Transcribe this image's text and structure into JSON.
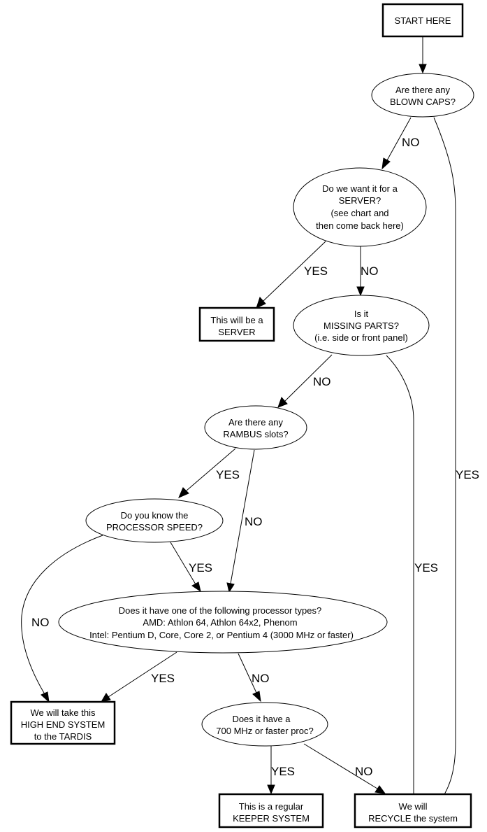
{
  "diagram": {
    "type": "flowchart",
    "nodes": {
      "start": {
        "shape": "box",
        "lines": [
          "START HERE"
        ]
      },
      "blown_caps": {
        "shape": "ellipse",
        "lines": [
          "Are there any",
          "BLOWN CAPS?"
        ]
      },
      "server_q": {
        "shape": "ellipse",
        "lines": [
          "Do we want it for a",
          "SERVER?",
          "(see chart and",
          "then come back here)"
        ]
      },
      "server_result": {
        "shape": "box",
        "lines": [
          "This will be a",
          "SERVER"
        ]
      },
      "missing_parts": {
        "shape": "ellipse",
        "lines": [
          "Is it",
          "MISSING PARTS?",
          "(i.e. side or front panel)"
        ]
      },
      "rambus": {
        "shape": "ellipse",
        "lines": [
          "Are there any",
          "RAMBUS slots?"
        ]
      },
      "proc_speed": {
        "shape": "ellipse",
        "lines": [
          "Do you know the",
          "PROCESSOR SPEED?"
        ]
      },
      "proc_types": {
        "shape": "ellipse",
        "lines": [
          "Does it have one of the following processor types?",
          "AMD: Athlon 64, Athlon 64x2, Phenom",
          "Intel: Pentium D, Core, Core 2, or Pentium 4 (3000 MHz or faster)"
        ]
      },
      "high_end": {
        "shape": "box",
        "lines": [
          "We will take this",
          "HIGH END SYSTEM",
          "to the TARDIS"
        ]
      },
      "mhz700": {
        "shape": "ellipse",
        "lines": [
          "Does it have a",
          "700 MHz or faster proc?"
        ]
      },
      "keeper": {
        "shape": "box",
        "lines": [
          "This is a regular",
          "KEEPER SYSTEM"
        ]
      },
      "recycle": {
        "shape": "box",
        "lines": [
          "We will",
          "RECYCLE the system"
        ]
      }
    },
    "edges": [
      {
        "from": "start",
        "to": "blown_caps",
        "label": ""
      },
      {
        "from": "blown_caps",
        "to": "server_q",
        "label": "NO"
      },
      {
        "from": "blown_caps",
        "to": "recycle",
        "label": "YES"
      },
      {
        "from": "server_q",
        "to": "server_result",
        "label": "YES"
      },
      {
        "from": "server_q",
        "to": "missing_parts",
        "label": "NO"
      },
      {
        "from": "missing_parts",
        "to": "rambus",
        "label": "NO"
      },
      {
        "from": "missing_parts",
        "to": "recycle",
        "label": "YES"
      },
      {
        "from": "rambus",
        "to": "proc_speed",
        "label": "YES"
      },
      {
        "from": "rambus",
        "to": "proc_types",
        "label": "NO"
      },
      {
        "from": "proc_speed",
        "to": "proc_types",
        "label": "YES"
      },
      {
        "from": "proc_speed",
        "to": "high_end",
        "label": "NO"
      },
      {
        "from": "proc_types",
        "to": "high_end",
        "label": "YES"
      },
      {
        "from": "proc_types",
        "to": "mhz700",
        "label": "NO"
      },
      {
        "from": "mhz700",
        "to": "keeper",
        "label": "YES"
      },
      {
        "from": "mhz700",
        "to": "recycle",
        "label": "NO"
      }
    ]
  }
}
